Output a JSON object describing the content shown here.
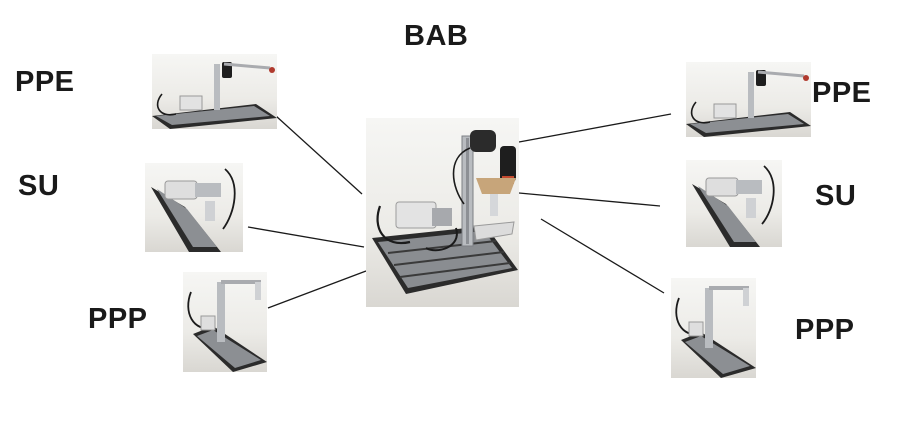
{
  "title": "BAB",
  "left": {
    "labels": [
      "PPE",
      "SU",
      "PPP"
    ]
  },
  "right": {
    "labels": [
      "PPE",
      "SU",
      "PPP"
    ]
  },
  "colors": {
    "background": "#ffffff",
    "text": "#1a1a1a",
    "connector": "#1a1a1a",
    "rail": "#2b2b2b",
    "aluminium": "#b9bcc0"
  },
  "icons": {
    "center": "robot-station-photo-icon",
    "modules": [
      "ppe-module-photo-icon",
      "su-module-photo-icon",
      "ppp-module-photo-icon"
    ]
  }
}
